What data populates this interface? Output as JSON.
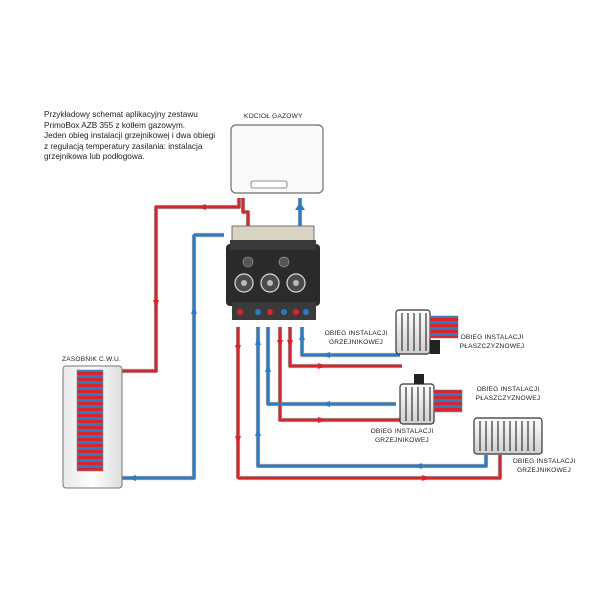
{
  "description": {
    "lines": [
      "Przykładowy schemat aplikacyjny zestawu",
      "PrimoBox AZB 355 z kotłem gazowym.",
      "Jeden obieg instalacji grzejnikowej i dwa obiegi",
      "z regulacją temperatury zasilania: instalacja",
      "grzejnikowa lub podłogowa."
    ]
  },
  "labels": {
    "boiler": "KOCIOŁ GAZOWY",
    "tank": "ZASOBNIK C.W.U.",
    "radiator_circuit_1": [
      "OBIEG INSTALACJI",
      "GRZEJNIKOWEJ"
    ],
    "floor_circuit_1": [
      "OBIEG INSTALACJI",
      "PŁASZCZYZNOWEJ"
    ],
    "floor_circuit_2": [
      "OBIEG INSTALACJI",
      "PŁASZCZYZNOWEJ"
    ],
    "radiator_circuit_2": [
      "OBIEG INSTALACJI",
      "GRZEJNIKOWEJ"
    ],
    "radiator_circuit_3": [
      "OBIEG INSTALACJI",
      "GRZEJNIKOWEJ"
    ]
  },
  "colors": {
    "supply": "#d8242b",
    "return": "#2a7cc7",
    "pipe_outline": "#8a8a8a",
    "manifold": "#2b2b2b"
  }
}
